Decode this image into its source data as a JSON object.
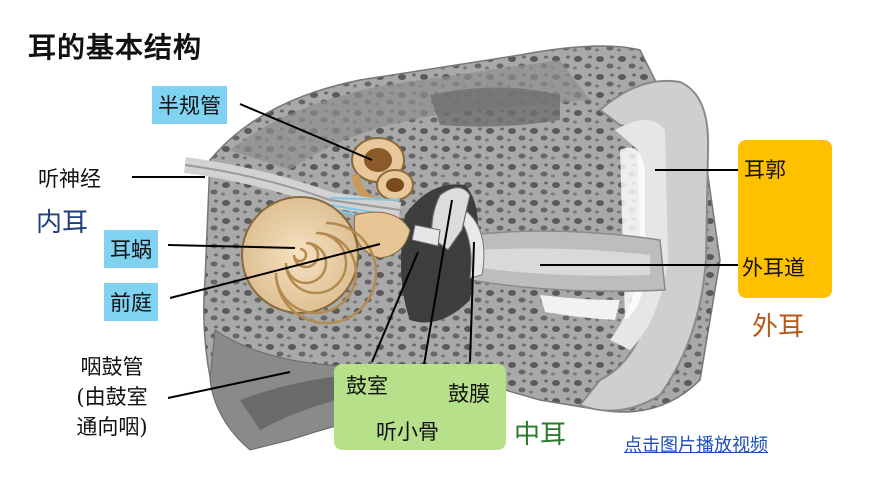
{
  "title": "耳的基本结构",
  "labels": {
    "semicircular_canals": "半规管",
    "auditory_nerve": "听神经",
    "cochlea": "耳蜗",
    "vestibule": "前庭",
    "eustachian_line1": "咽鼓管",
    "eustachian_line2": "(由鼓室",
    "eustachian_line3": "通向咽)",
    "tympanic_cavity": "鼓室",
    "ossicles": "听小骨",
    "eardrum": "鼓膜",
    "auricle": "耳郭",
    "ear_canal": "外耳道"
  },
  "regions": {
    "inner_ear": "内耳",
    "middle_ear": "中耳",
    "outer_ear": "外耳"
  },
  "link_text": "点击图片播放视频",
  "colors": {
    "label_blue": "#7fd3f0",
    "outer_box": "#ffc000",
    "middle_box": "#b7e08a",
    "inner_text": "#1f3f7a",
    "outer_text": "#b85a1a",
    "middle_text": "#2a7a2a",
    "link": "#1a4fb5"
  }
}
